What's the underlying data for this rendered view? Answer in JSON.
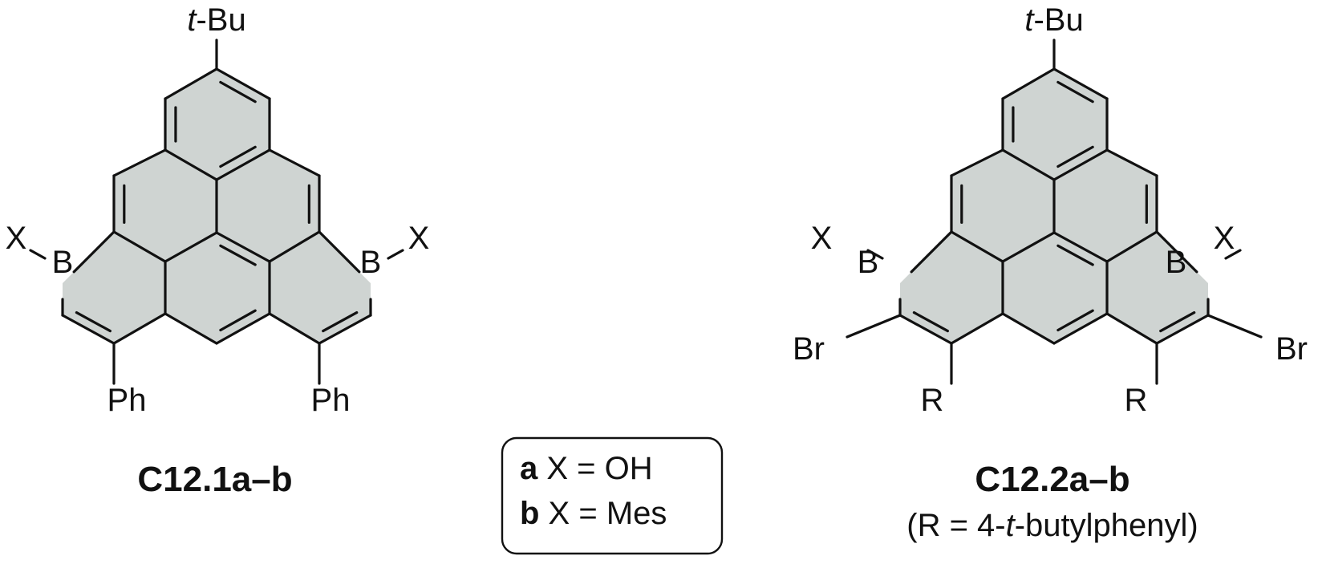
{
  "compound_left": {
    "top_substituent": {
      "prefix": "t",
      "suffix": "-Bu"
    },
    "boron_left": "B",
    "boron_right": "B",
    "x_left": "X",
    "x_right": "X",
    "ph_left": "Ph",
    "ph_right": "Ph",
    "caption": "C12.1a–b"
  },
  "compound_right": {
    "top_substituent": {
      "prefix": "t",
      "suffix": "-Bu"
    },
    "boron_left": "B",
    "boron_right": "B",
    "x_left": "X",
    "x_right": "X",
    "br_left": "Br",
    "br_right": "Br",
    "r_left": "R",
    "r_right": "R",
    "caption": "C12.2a–b",
    "note": {
      "open": "(R = 4-",
      "italic": "t",
      "close": "-butylphenyl)"
    }
  },
  "legend": {
    "rows": [
      {
        "key": "a",
        "text": " X = OH"
      },
      {
        "key": "b",
        "text": " X = Mes"
      }
    ]
  }
}
